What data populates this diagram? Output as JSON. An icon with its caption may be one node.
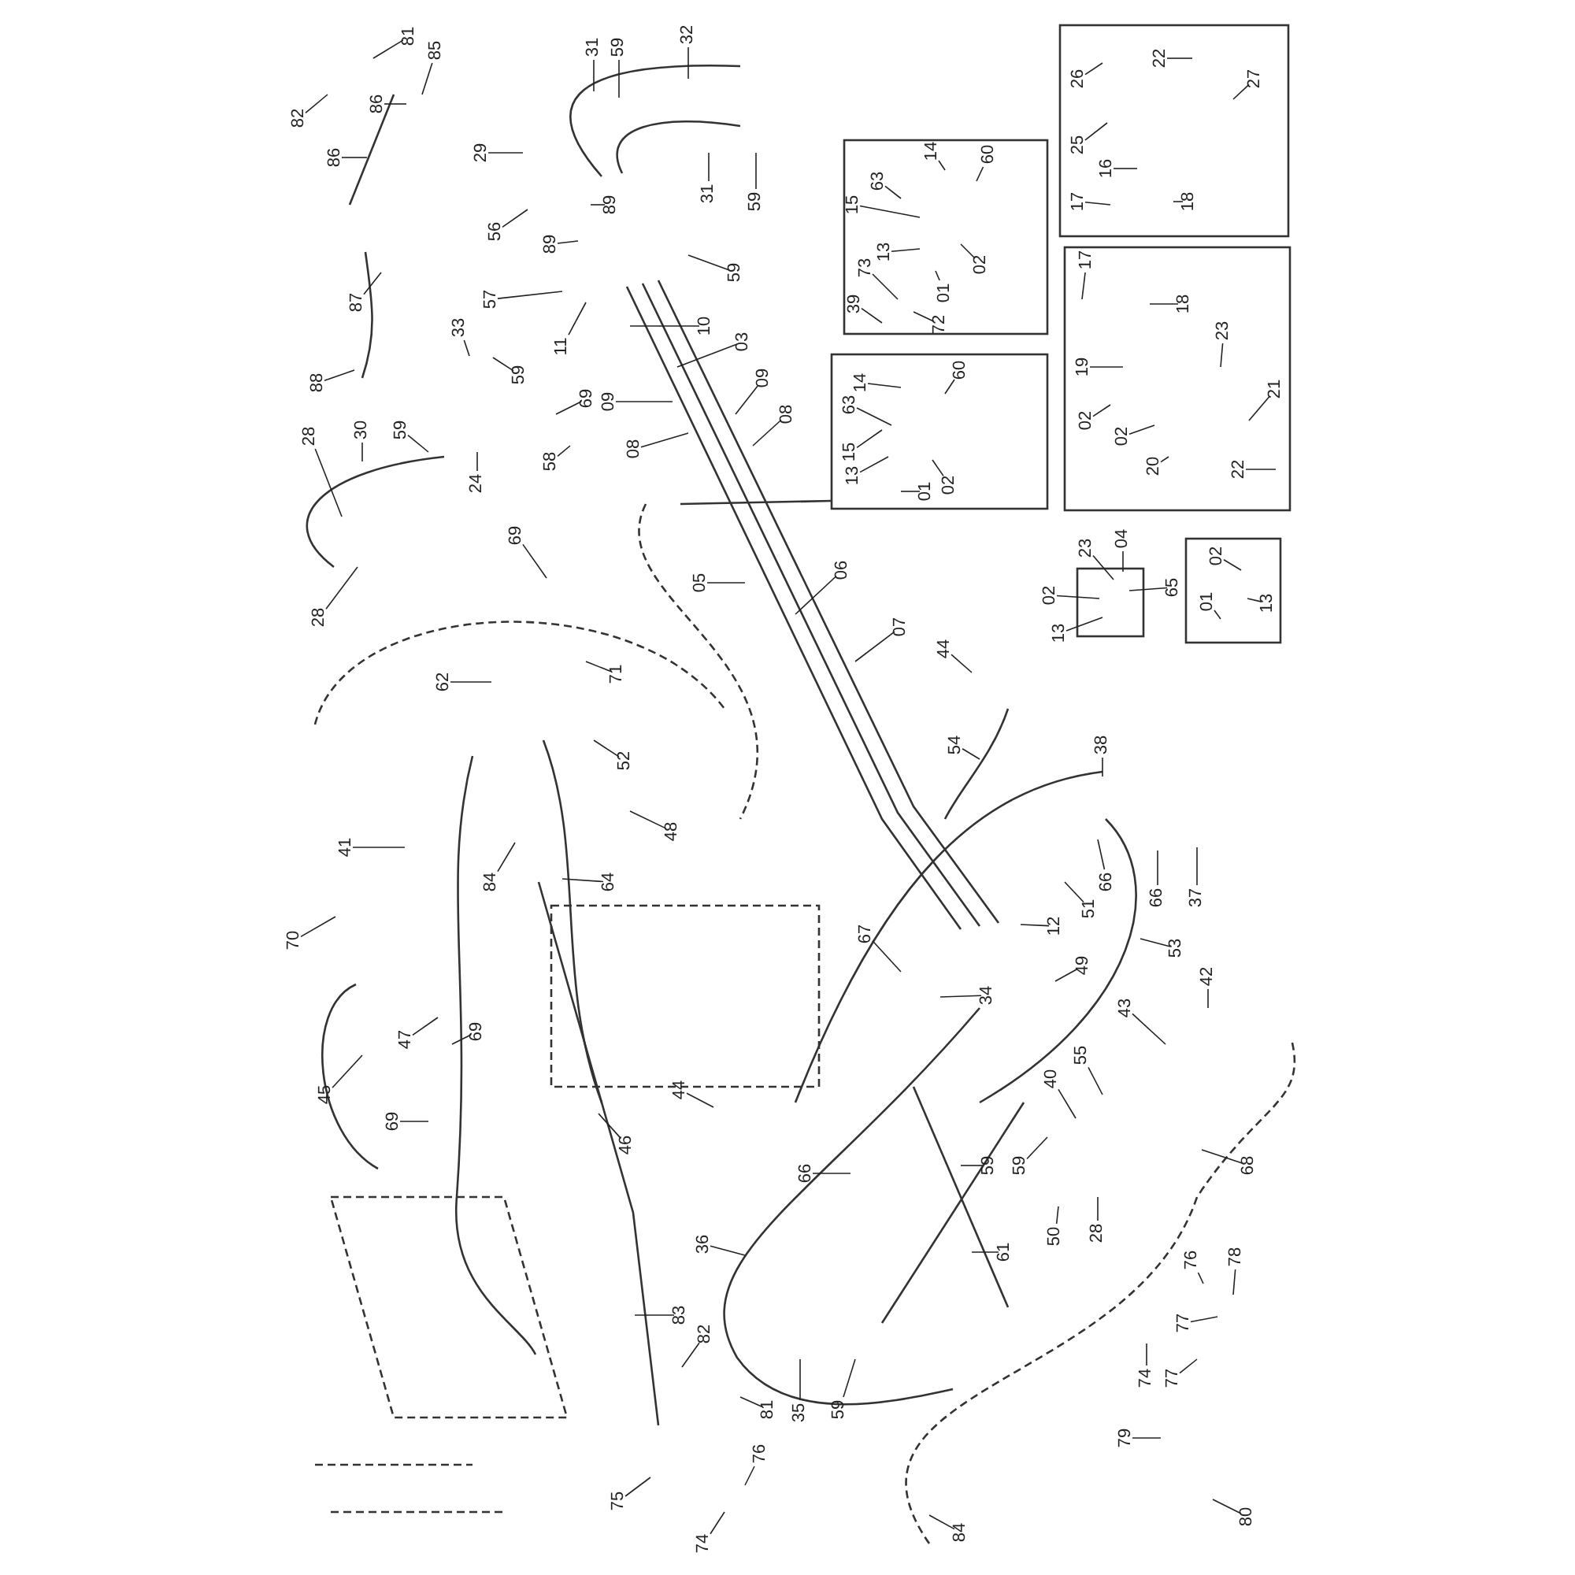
{
  "diagram": {
    "nodes": [
      {
        "text": [
          "81"
        ]
      },
      {
        "text": [
          "85"
        ]
      },
      {
        "text": [
          "82"
        ]
      },
      {
        "text": [
          "86"
        ]
      },
      {
        "text": [
          "86"
        ]
      },
      {
        "text": [
          "29"
        ]
      },
      {
        "text": [
          "31"
        ]
      },
      {
        "text": [
          "59"
        ]
      },
      {
        "text": [
          "32"
        ]
      },
      {
        "text": [
          "31"
        ]
      },
      {
        "text": [
          "59"
        ]
      },
      {
        "text": [
          "89"
        ]
      },
      {
        "text": [
          "56"
        ]
      },
      {
        "text": [
          "89"
        ]
      },
      {
        "text": [
          "59"
        ]
      },
      {
        "text": [
          "57"
        ]
      },
      {
        "text": [
          "87"
        ]
      },
      {
        "text": [
          "33"
        ]
      },
      {
        "text": [
          "10"
        ]
      },
      {
        "text": [
          "03"
        ]
      },
      {
        "text": [
          "11"
        ]
      },
      {
        "text": [
          "59"
        ]
      },
      {
        "text": [
          "88"
        ]
      },
      {
        "text": [
          "09"
        ]
      },
      {
        "text": [
          "69"
        ]
      },
      {
        "text": [
          "09"
        ]
      },
      {
        "text": [
          "08"
        ]
      },
      {
        "text": [
          "30"
        ]
      },
      {
        "text": [
          "59"
        ]
      },
      {
        "text": [
          "28"
        ]
      },
      {
        "text": [
          "08"
        ]
      },
      {
        "text": [
          "58"
        ]
      },
      {
        "text": [
          "24"
        ]
      },
      {
        "text": [
          "26"
        ]
      },
      {
        "text": [
          "22"
        ]
      },
      {
        "text": [
          "27"
        ]
      },
      {
        "text": [
          "25"
        ]
      },
      {
        "text": [
          "16"
        ]
      },
      {
        "text": [
          "17"
        ]
      },
      {
        "text": [
          "18"
        ]
      },
      {
        "text": [
          "60"
        ]
      },
      {
        "text": [
          "14"
        ]
      },
      {
        "text": [
          "63"
        ]
      },
      {
        "text": [
          "15"
        ]
      },
      {
        "text": [
          "13"
        ]
      },
      {
        "text": [
          "73"
        ]
      },
      {
        "text": [
          "01"
        ]
      },
      {
        "text": [
          "02"
        ]
      },
      {
        "text": [
          "39"
        ]
      },
      {
        "text": [
          "72"
        ]
      },
      {
        "text": [
          "17"
        ]
      },
      {
        "text": [
          "18"
        ]
      },
      {
        "text": [
          "23"
        ]
      },
      {
        "text": [
          "19"
        ]
      },
      {
        "text": [
          "21"
        ]
      },
      {
        "text": [
          "02"
        ]
      },
      {
        "text": [
          "02"
        ]
      },
      {
        "text": [
          "20"
        ]
      },
      {
        "text": [
          "22"
        ]
      },
      {
        "text": [
          "60"
        ]
      },
      {
        "text": [
          "14"
        ]
      },
      {
        "text": [
          "63"
        ]
      },
      {
        "text": [
          "15"
        ]
      },
      {
        "text": [
          "02"
        ]
      },
      {
        "text": [
          "13"
        ]
      },
      {
        "text": [
          "01"
        ]
      },
      {
        "text": [
          "69"
        ]
      },
      {
        "text": [
          "05"
        ]
      },
      {
        "text": [
          "28"
        ]
      },
      {
        "text": [
          "62"
        ]
      },
      {
        "text": [
          "71"
        ]
      },
      {
        "text": [
          "52"
        ]
      },
      {
        "text": [
          "48"
        ]
      },
      {
        "text": [
          "41"
        ]
      },
      {
        "text": [
          "84"
        ]
      },
      {
        "text": [
          "64"
        ]
      },
      {
        "text": [
          "70"
        ]
      },
      {
        "text": [
          "47"
        ]
      },
      {
        "text": [
          "69"
        ]
      },
      {
        "text": [
          "06"
        ]
      },
      {
        "text": [
          "07"
        ]
      },
      {
        "text": [
          "23"
        ]
      },
      {
        "text": [
          "04"
        ]
      },
      {
        "text": [
          "02"
        ]
      },
      {
        "text": [
          "65"
        ]
      },
      {
        "text": [
          "13"
        ]
      },
      {
        "text": [
          "02"
        ]
      },
      {
        "text": [
          "01"
        ]
      },
      {
        "text": [
          "13"
        ]
      },
      {
        "text": [
          "44"
        ]
      },
      {
        "text": [
          "54"
        ]
      },
      {
        "text": [
          "38"
        ]
      },
      {
        "text": [
          "66"
        ]
      },
      {
        "text": [
          "66"
        ]
      },
      {
        "text": [
          "37"
        ]
      },
      {
        "text": [
          "51"
        ]
      },
      {
        "text": [
          "12"
        ]
      },
      {
        "text": [
          "53"
        ]
      },
      {
        "text": [
          "67"
        ]
      },
      {
        "text": [
          "49"
        ]
      },
      {
        "text": [
          "42"
        ]
      },
      {
        "text": [
          "34"
        ]
      },
      {
        "text": [
          "43"
        ]
      },
      {
        "text": [
          "55"
        ]
      },
      {
        "text": [
          "40"
        ]
      },
      {
        "text": [
          "59"
        ]
      },
      {
        "text": [
          "59"
        ]
      },
      {
        "text": [
          "68"
        ]
      },
      {
        "text": [
          "66"
        ]
      },
      {
        "text": [
          "50"
        ]
      },
      {
        "text": [
          "28"
        ]
      },
      {
        "text": [
          "61"
        ]
      },
      {
        "text": [
          "76"
        ]
      },
      {
        "text": [
          "78"
        ]
      },
      {
        "text": [
          "77"
        ]
      },
      {
        "text": [
          "74"
        ]
      },
      {
        "text": [
          "77"
        ]
      },
      {
        "text": [
          "79"
        ]
      },
      {
        "text": [
          "80"
        ]
      },
      {
        "text": [
          "35"
        ]
      },
      {
        "text": [
          "59"
        ]
      },
      {
        "text": [
          "84"
        ]
      },
      {
        "text": [
          "45"
        ]
      },
      {
        "text": [
          "44"
        ]
      },
      {
        "text": [
          "69"
        ]
      },
      {
        "text": [
          "46"
        ]
      },
      {
        "text": [
          "36"
        ]
      },
      {
        "text": [
          "83"
        ]
      },
      {
        "text": [
          "82"
        ]
      },
      {
        "text": [
          "81"
        ]
      },
      {
        "text": [
          "76"
        ]
      },
      {
        "text": [
          "75"
        ]
      },
      {
        "text": [
          "74"
        ]
      }
    ],
    "edges": [
      {
        "from": 0,
        "to": null,
        "arrow": "none"
      },
      {
        "from": 1,
        "to": null,
        "arrow": "none"
      },
      {
        "from": 2,
        "to": null,
        "arrow": "none"
      },
      {
        "from": 3,
        "to": null,
        "arrow": "none"
      },
      {
        "from": 4,
        "to": null,
        "arrow": "none"
      },
      {
        "from": 5,
        "to": null,
        "arrow": "none"
      },
      {
        "from": 6,
        "to": null,
        "arrow": "none"
      },
      {
        "from": 7,
        "to": null,
        "arrow": "none"
      },
      {
        "from": 8,
        "to": null,
        "arrow": "none"
      },
      {
        "from": 9,
        "to": null,
        "arrow": "none"
      },
      {
        "from": 10,
        "to": null,
        "arrow": "none"
      },
      {
        "from": 11,
        "to": null,
        "arrow": "none"
      },
      {
        "from": 12,
        "to": null,
        "arrow": "none"
      },
      {
        "from": 13,
        "to": null,
        "arrow": "none"
      },
      {
        "from": 14,
        "to": null,
        "arrow": "none"
      },
      {
        "from": 15,
        "to": null,
        "arrow": "none"
      },
      {
        "from": 16,
        "to": null,
        "arrow": "none"
      },
      {
        "from": 17,
        "to": null,
        "arrow": "none"
      },
      {
        "from": 18,
        "to": null,
        "arrow": "none"
      },
      {
        "from": 19,
        "to": null,
        "arrow": "none"
      },
      {
        "from": 20,
        "to": null,
        "arrow": "none"
      },
      {
        "from": 21,
        "to": null,
        "arrow": "none"
      },
      {
        "from": 22,
        "to": null,
        "arrow": "none"
      },
      {
        "from": 23,
        "to": null,
        "arrow": "none"
      },
      {
        "from": 24,
        "to": null,
        "arrow": "none"
      },
      {
        "from": 25,
        "to": null,
        "arrow": "none"
      },
      {
        "from": 26,
        "to": null,
        "arrow": "none"
      },
      {
        "from": 27,
        "to": null,
        "arrow": "none"
      },
      {
        "from": 28,
        "to": null,
        "arrow": "none"
      },
      {
        "from": 29,
        "to": null,
        "arrow": "none"
      },
      {
        "from": 30,
        "to": null,
        "arrow": "none"
      },
      {
        "from": 31,
        "to": null,
        "arrow": "none"
      },
      {
        "from": 32,
        "to": null,
        "arrow": "none"
      },
      {
        "from": 33,
        "to": null,
        "arrow": "none"
      },
      {
        "from": 34,
        "to": null,
        "arrow": "none"
      },
      {
        "from": 35,
        "to": null,
        "arrow": "none"
      },
      {
        "from": 36,
        "to": null,
        "arrow": "none"
      },
      {
        "from": 37,
        "to": null,
        "arrow": "none"
      },
      {
        "from": 38,
        "to": null,
        "arrow": "none"
      },
      {
        "from": 39,
        "to": null,
        "arrow": "none"
      },
      {
        "from": 40,
        "to": null,
        "arrow": "none"
      },
      {
        "from": 41,
        "to": null,
        "arrow": "none"
      },
      {
        "from": 42,
        "to": null,
        "arrow": "none"
      },
      {
        "from": 43,
        "to": null,
        "arrow": "none"
      },
      {
        "from": 44,
        "to": null,
        "arrow": "none"
      },
      {
        "from": 45,
        "to": null,
        "arrow": "none"
      },
      {
        "from": 46,
        "to": null,
        "arrow": "none"
      },
      {
        "from": 47,
        "to": null,
        "arrow": "none"
      },
      {
        "from": 48,
        "to": null,
        "arrow": "none"
      },
      {
        "from": 49,
        "to": null,
        "arrow": "none"
      },
      {
        "from": 50,
        "to": null,
        "arrow": "none"
      },
      {
        "from": 51,
        "to": null,
        "arrow": "none"
      },
      {
        "from": 52,
        "to": null,
        "arrow": "none"
      },
      {
        "from": 53,
        "to": null,
        "arrow": "none"
      },
      {
        "from": 54,
        "to": null,
        "arrow": "none"
      },
      {
        "from": 55,
        "to": null,
        "arrow": "none"
      },
      {
        "from": 56,
        "to": null,
        "arrow": "none"
      },
      {
        "from": 57,
        "to": null,
        "arrow": "none"
      },
      {
        "from": 58,
        "to": null,
        "arrow": "none"
      },
      {
        "from": 59,
        "to": null,
        "arrow": "none"
      },
      {
        "from": 60,
        "to": null,
        "arrow": "none"
      },
      {
        "from": 61,
        "to": null,
        "arrow": "none"
      },
      {
        "from": 62,
        "to": null,
        "arrow": "none"
      },
      {
        "from": 63,
        "to": null,
        "arrow": "none"
      },
      {
        "from": 64,
        "to": null,
        "arrow": "none"
      },
      {
        "from": 65,
        "to": null,
        "arrow": "none"
      },
      {
        "from": 66,
        "to": null,
        "arrow": "none"
      },
      {
        "from": 67,
        "to": null,
        "arrow": "none"
      },
      {
        "from": 68,
        "to": null,
        "arrow": "none"
      },
      {
        "from": 69,
        "to": null,
        "arrow": "none"
      },
      {
        "from": 70,
        "to": null,
        "arrow": "none"
      },
      {
        "from": 71,
        "to": null,
        "arrow": "none"
      },
      {
        "from": 72,
        "to": null,
        "arrow": "none"
      },
      {
        "from": 73,
        "to": null,
        "arrow": "none"
      },
      {
        "from": 74,
        "to": null,
        "arrow": "none"
      },
      {
        "from": 75,
        "to": null,
        "arrow": "none"
      },
      {
        "from": 76,
        "to": null,
        "arrow": "none"
      },
      {
        "from": 77,
        "to": null,
        "arrow": "none"
      },
      {
        "from": 78,
        "to": null,
        "arrow": "none"
      },
      {
        "from": 79,
        "to": null,
        "arrow": "none"
      },
      {
        "from": 80,
        "to": null,
        "arrow": "none"
      },
      {
        "from": 81,
        "to": null,
        "arrow": "none"
      },
      {
        "from": 82,
        "to": null,
        "arrow": "none"
      },
      {
        "from": 83,
        "to": null,
        "arrow": "none"
      },
      {
        "from": 84,
        "to": null,
        "arrow": "none"
      },
      {
        "from": 85,
        "to": null,
        "arrow": "none"
      },
      {
        "from": 86,
        "to": null,
        "arrow": "none"
      },
      {
        "from": 87,
        "to": null,
        "arrow": "none"
      },
      {
        "from": 88,
        "to": null,
        "arrow": "none"
      },
      {
        "from": 89,
        "to": null,
        "arrow": "none"
      },
      {
        "from": 90,
        "to": null,
        "arrow": "none"
      },
      {
        "from": 91,
        "to": null,
        "arrow": "none"
      },
      {
        "from": 92,
        "to": null,
        "arrow": "none"
      },
      {
        "from": 93,
        "to": null,
        "arrow": "none"
      },
      {
        "from": 94,
        "to": null,
        "arrow": "none"
      },
      {
        "from": 95,
        "to": null,
        "arrow": "none"
      },
      {
        "from": 96,
        "to": null,
        "arrow": "none"
      },
      {
        "from": 97,
        "to": null,
        "arrow": "none"
      },
      {
        "from": 98,
        "to": null,
        "arrow": "none"
      },
      {
        "from": 99,
        "to": null,
        "arrow": "none"
      },
      {
        "from": 100,
        "to": null,
        "arrow": "none"
      },
      {
        "from": 101,
        "to": null,
        "arrow": "none"
      },
      {
        "from": 102,
        "to": null,
        "arrow": "none"
      },
      {
        "from": 103,
        "to": null,
        "arrow": "none"
      },
      {
        "from": 104,
        "to": null,
        "arrow": "none"
      },
      {
        "from": 105,
        "to": null,
        "arrow": "none"
      },
      {
        "from": 106,
        "to": null,
        "arrow": "none"
      },
      {
        "from": 107,
        "to": null,
        "arrow": "none"
      },
      {
        "from": 108,
        "to": null,
        "arrow": "none"
      },
      {
        "from": 109,
        "to": null,
        "arrow": "none"
      },
      {
        "from": 110,
        "to": null,
        "arrow": "none"
      },
      {
        "from": 111,
        "to": null,
        "arrow": "none"
      },
      {
        "from": 112,
        "to": null,
        "arrow": "none"
      },
      {
        "from": 113,
        "to": null,
        "arrow": "none"
      },
      {
        "from": 114,
        "to": null,
        "arrow": "none"
      },
      {
        "from": 115,
        "to": null,
        "arrow": "none"
      },
      {
        "from": 116,
        "to": null,
        "arrow": "none"
      },
      {
        "from": 117,
        "to": null,
        "arrow": "none"
      },
      {
        "from": 118,
        "to": null,
        "arrow": "none"
      },
      {
        "from": 119,
        "to": null,
        "arrow": "none"
      },
      {
        "from": 120,
        "to": null,
        "arrow": "none"
      },
      {
        "from": 121,
        "to": null,
        "arrow": "none"
      },
      {
        "from": 122,
        "to": null,
        "arrow": "none"
      },
      {
        "from": 123,
        "to": null,
        "arrow": "none"
      },
      {
        "from": 124,
        "to": null,
        "arrow": "none"
      },
      {
        "from": 125,
        "to": null,
        "arrow": "none"
      },
      {
        "from": 126,
        "to": null,
        "arrow": "none"
      },
      {
        "from": 127,
        "to": null,
        "arrow": "none"
      },
      {
        "from": 128,
        "to": null,
        "arrow": "none"
      },
      {
        "from": 129,
        "to": null,
        "arrow": "none"
      },
      {
        "from": 130,
        "to": null,
        "arrow": "none"
      },
      {
        "from": 131,
        "to": null,
        "arrow": "none"
      },
      {
        "from": 132,
        "to": null,
        "arrow": "none"
      }
    ]
  }
}
